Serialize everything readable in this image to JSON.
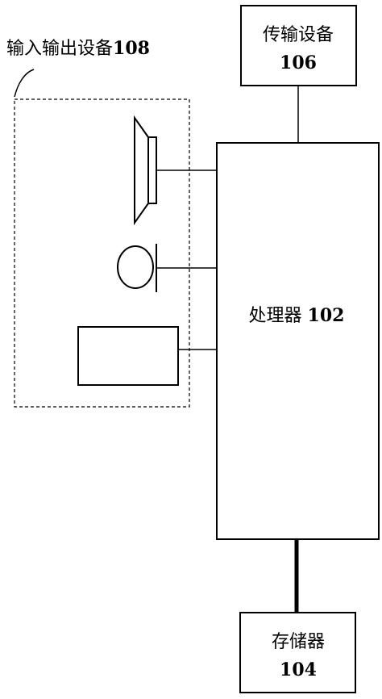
{
  "io_device": {
    "label": "输入输出设备",
    "number": "108"
  },
  "transmission_device": {
    "label": "传输设备",
    "number": "106"
  },
  "processor": {
    "label": "处理器",
    "number": "102"
  },
  "memory": {
    "label": "存储器",
    "number": "104"
  }
}
